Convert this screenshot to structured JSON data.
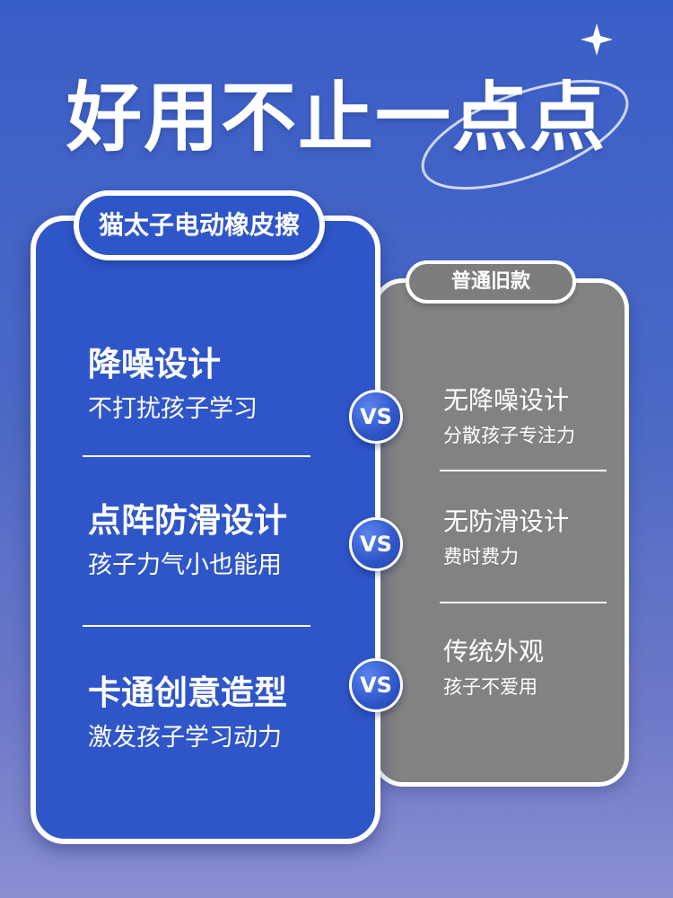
{
  "headline": "好用不止一点点",
  "new_product": {
    "tab": "猫太子电动橡皮擦",
    "features": [
      {
        "title": "降噪设计",
        "subtitle": "不打扰孩子学习"
      },
      {
        "title": "点阵防滑设计",
        "subtitle": "孩子力气小也能用"
      },
      {
        "title": "卡通创意造型",
        "subtitle": "激发孩子学习动力"
      }
    ]
  },
  "old_product": {
    "tab": "普通旧款",
    "features": [
      {
        "title": "无降噪设计",
        "subtitle": "分散孩子专注力"
      },
      {
        "title": "无防滑设计",
        "subtitle": "费时费力"
      },
      {
        "title": "传统外观",
        "subtitle": "孩子不爱用"
      }
    ]
  },
  "vs_label": "VS",
  "colors": {
    "background_top": "#3a5ec8",
    "background_bottom": "#8a8fd2",
    "new_card": "#2f56c9",
    "old_card": "#828282",
    "text": "#ffffff"
  }
}
